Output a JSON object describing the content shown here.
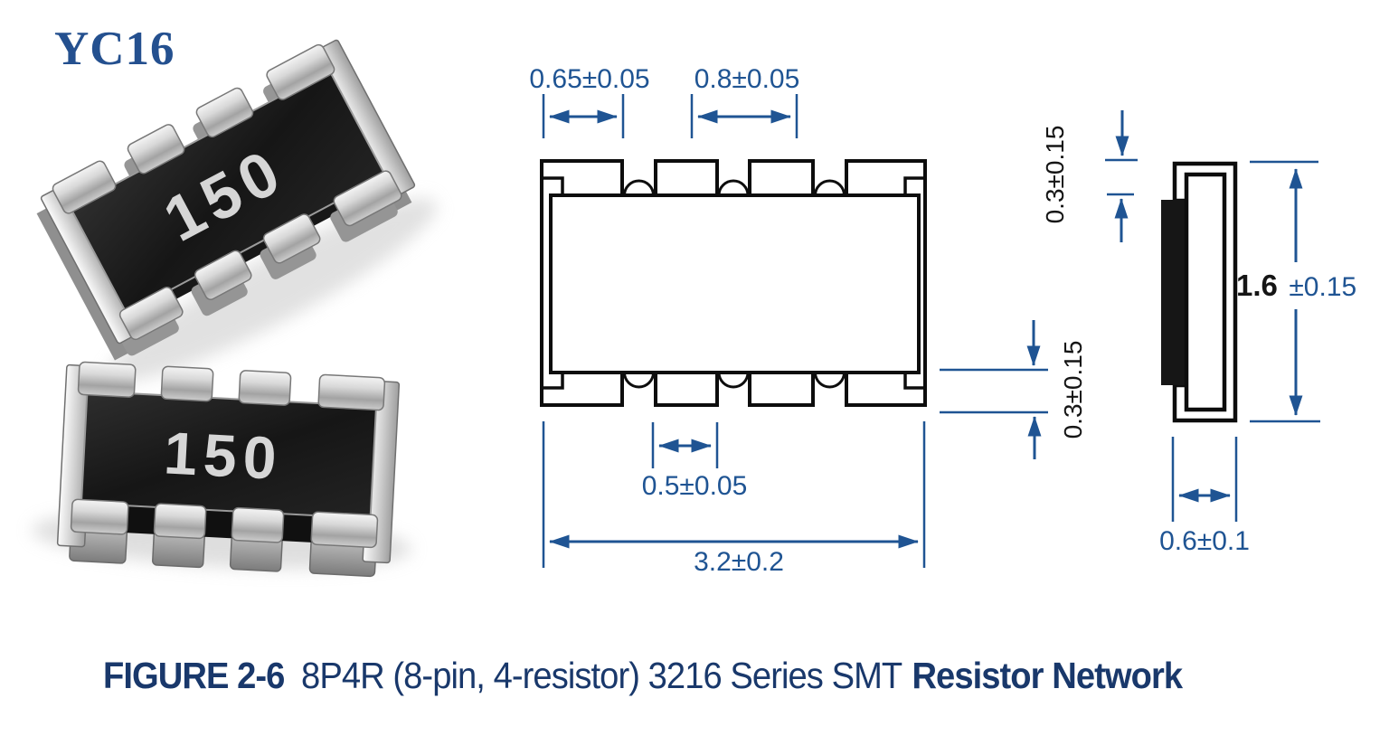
{
  "header": {
    "part_number": "YC16"
  },
  "photos": {
    "top_chip": {
      "marking": "150"
    },
    "bottom_chip": {
      "marking": "150"
    }
  },
  "dimensions": {
    "pad_left": "0.65±0.05",
    "pad_pitch": "0.8±0.05",
    "inner_pad_width": "0.5±0.05",
    "overall_length": "3.2±0.2",
    "terminal_top": "0.3±0.15",
    "terminal_bottom": "0.3±0.15",
    "height_value": "1.6",
    "height_tolerance": "±0.15",
    "terminal_width": "0.6±0.1"
  },
  "caption": {
    "figure_label": "FIGURE 2-6",
    "description": "8P4R (8-pin, 4-resistor) 3216 Series SMT",
    "description_bold": "Resistor Network"
  },
  "colors": {
    "dimension_blue": "#1f5493",
    "caption_navy": "#19386b",
    "drawing_black": "#0d0d0d",
    "part_number_blue": "#24508f"
  }
}
